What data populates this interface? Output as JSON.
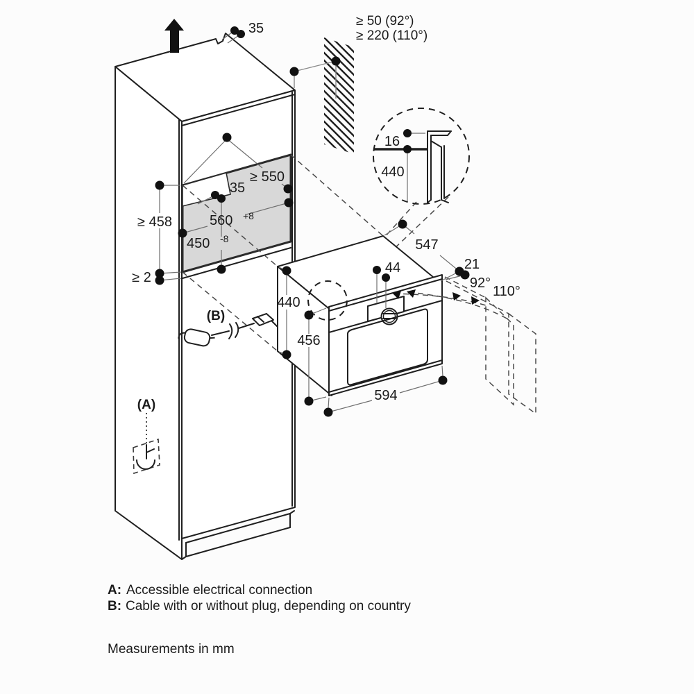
{
  "title": "Built-in oven installation diagram",
  "units_note": "Measurements in mm",
  "labels": {
    "top_gap": "35",
    "clearance_92": "≥ 50 (92°)",
    "clearance_110": "≥ 220 (110°)",
    "overlap": "16",
    "detail_height": "440",
    "niche_depth": "≥ 550",
    "niche_inset": "35",
    "niche_width": "560",
    "niche_width_tol": "+8",
    "niche_height": "450",
    "niche_height_tol": "-8",
    "min_height": "≥ 458",
    "bottom_gap": "≥ 2",
    "body_depth": "547",
    "overhang": "21",
    "angle_small": "92°",
    "angle_large": "110°",
    "panel_height": "44",
    "body_height": "440",
    "front_height": "456",
    "front_width": "594",
    "callout_a": "(A)",
    "callout_b": "(B)"
  },
  "notes": {
    "a_key": "A:",
    "a_text": "Accessible electrical connection",
    "b_key": "B:",
    "b_text": "Cable with or without plug, depending on country",
    "units": "Measurements in mm"
  },
  "colors": {
    "line": "#1f1f1f",
    "niche_fill": "#d8d8d8",
    "background": "#fcfcfc"
  }
}
